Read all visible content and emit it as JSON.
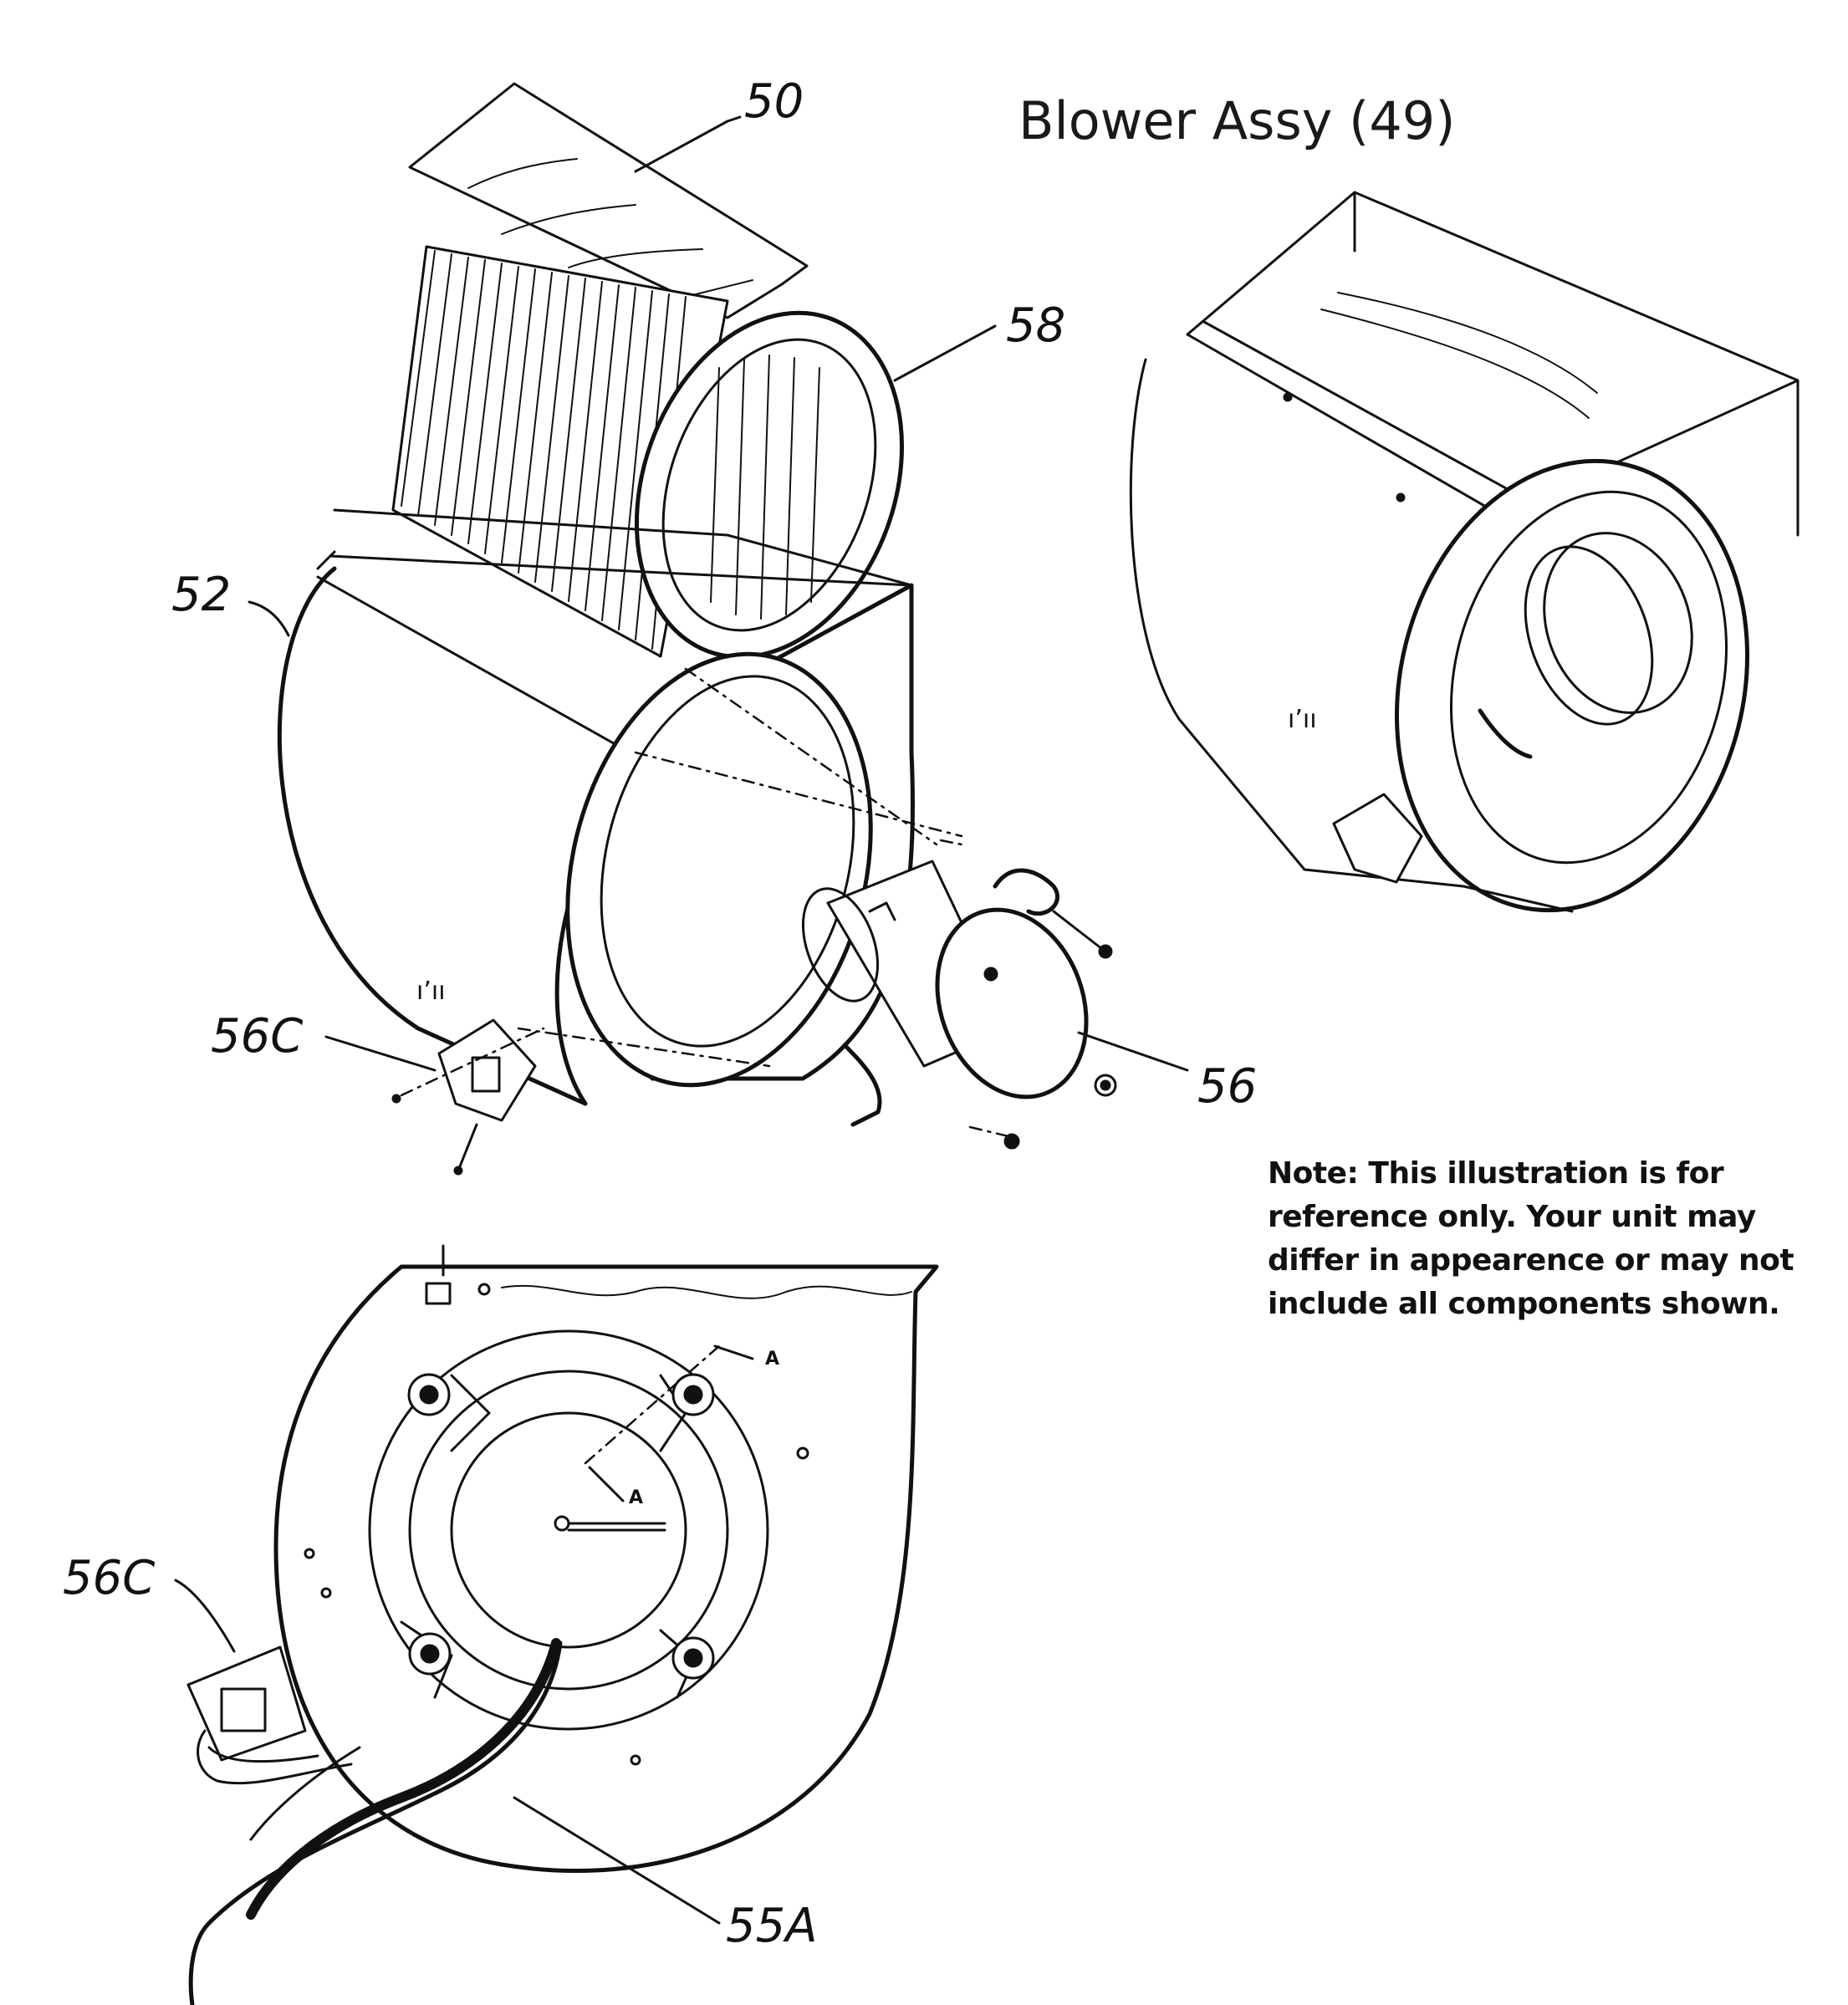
{
  "title": "Blower Assy (49)",
  "note": {
    "lines": [
      "Note: This illustration is for",
      "reference only. Your unit may",
      "differ in appearence or may not",
      "include all components shown."
    ]
  },
  "callouts": {
    "c50": "50",
    "c58": "58",
    "c52": "52",
    "c56c_top": "56C",
    "c56": "56",
    "c56c_bottom": "56C",
    "c55a": "55A"
  },
  "section_marks": {
    "a1": "A",
    "a2": "A"
  },
  "housing_marks": {
    "m1": "ı’ıı",
    "m2": "ı’ıı"
  }
}
